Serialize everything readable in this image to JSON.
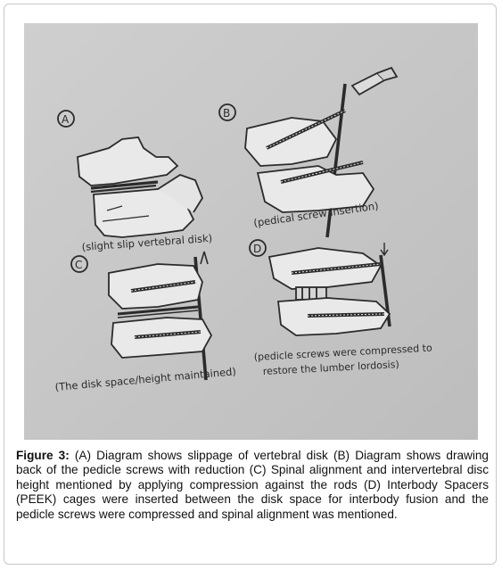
{
  "figure": {
    "panels": [
      {
        "letter": "A",
        "caption": "(slight slip vertebral disk)"
      },
      {
        "letter": "B",
        "caption": "(pedical screw insertion)"
      },
      {
        "letter": "C",
        "caption": "(The disk space/height maintained)"
      },
      {
        "letter": "D",
        "caption_line1": "(pedicle screws were compressed to",
        "caption_line2": "restore the lumber lordosis)"
      }
    ]
  },
  "caption": {
    "label": "Figure 3:",
    "text": "(A) Diagram shows slippage of vertebral disk (B) Diagram shows drawing back of the pedicle screws with reduction (C) Spinal alignment and intervertebral disc height mentioned by applying compression against the rods (D) Interbody Spacers (PEEK) cages were inserted between the disk space for interbody fusion and the pedicle screws were compressed and spinal alignment was mentioned."
  }
}
